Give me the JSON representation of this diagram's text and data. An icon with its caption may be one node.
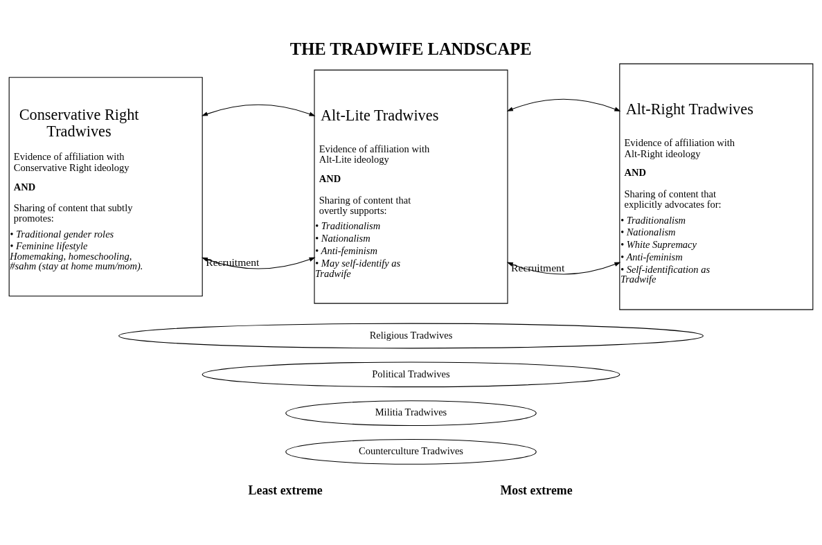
{
  "diagram": {
    "title": "THE TRADWIFE LANDSCAPE",
    "nodes": [
      {
        "text": [
          "Conservative Right Tradwives",
          "Evidence of affiliation with Conservative Right ideology",
          "AND",
          "Sharing of content that subtly promotes:",
          "• Traditional gender roles",
          "• Feminine lifestyle Homemaking, homeschooling, #sahm (stay at home mum/mom)."
        ]
      },
      {
        "text": [
          "Alt-Lite Tradwives",
          "Evidence of affiliation with Alt-Lite ideology",
          "AND",
          "Sharing of content that overtly supports:",
          "• Traditionalism",
          "• Nationalism",
          "• Anti-feminism",
          "• May self-identify as Tradwife"
        ]
      },
      {
        "text": [
          "Alt-Right Tradwives",
          "Evidence of affiliation with Alt-Right ideology",
          "AND",
          "Sharing of content that explicitly advocates for:",
          "• Traditionalism",
          "• Nationalism",
          "• White Supremacy",
          "• Anti-feminism",
          "• Self-identification as Tradwife"
        ]
      },
      {
        "text": [
          "Religious Tradwives"
        ]
      },
      {
        "text": [
          "Political Tradwives"
        ]
      },
      {
        "text": [
          "Militia Tradwives"
        ]
      },
      {
        "text": [
          "Counterculture Tradwives"
        ]
      }
    ],
    "edges": [
      {
        "from": 0,
        "to": 1,
        "arrow": "both",
        "label": "Recruitment"
      },
      {
        "from": 0,
        "to": 1,
        "arrow": "both"
      },
      {
        "from": 1,
        "to": 2,
        "arrow": "both",
        "label": "Recruitment"
      },
      {
        "from": 1,
        "to": 2,
        "arrow": "both"
      }
    ],
    "labels": [
      "Least extreme",
      "Most extreme"
    ]
  }
}
